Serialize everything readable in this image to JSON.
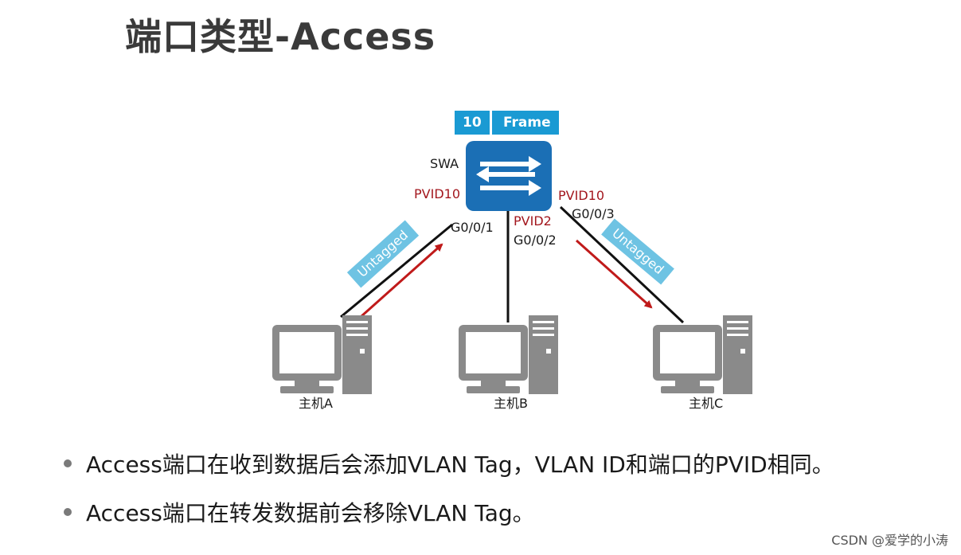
{
  "title": "端口类型-Access",
  "frame": {
    "vid": "10",
    "label": "Frame"
  },
  "switch": {
    "name": "SWA"
  },
  "ports": [
    {
      "pvid": "PVID10",
      "interface": "G0/0/1"
    },
    {
      "pvid": "PVID2",
      "interface": "G0/0/2"
    },
    {
      "pvid": "PVID10",
      "interface": "G0/0/3"
    }
  ],
  "untagged": {
    "left": "Untagged",
    "right": "Untagged"
  },
  "hosts": [
    {
      "label": "主机A"
    },
    {
      "label": "主机B"
    },
    {
      "label": "主机C"
    }
  ],
  "bullets": [
    "Access端口在收到数据后会添加VLAN Tag，VLAN ID和端口的PVID相同。",
    "Access端口在转发数据前会移除VLAN Tag。"
  ],
  "watermark": "CSDN @爱学的小涛",
  "colors": {
    "switch_blue": "#1b6fb5",
    "frame_blue": "#1a9ad3",
    "untagged_blue": "#6ec3e3",
    "pvid_red": "#a3171e",
    "arrow_red": "#c01a1a",
    "host_gray": "#8a8a8a"
  }
}
